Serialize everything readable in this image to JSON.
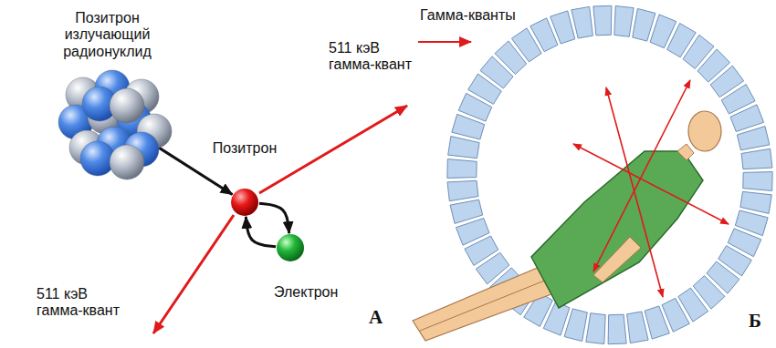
{
  "diagram": {
    "nodes": [
      {
        "text": [
          "Позитрон излучающий радионуклид"
        ]
      },
      {
        "text": [
          "Позитрон"
        ]
      },
      {
        "text": [
          "Электрон"
        ]
      }
    ],
    "edges": [
      {
        "from": 0,
        "to": 1,
        "arrow": "to"
      },
      {
        "from": 1,
        "to": 2,
        "arrow": "to"
      },
      {
        "from": 2,
        "to": 1,
        "arrow": "to"
      }
    ],
    "labels": [
      "511 кэВ гамма-квант",
      "511 кэВ гамма-квант",
      "А",
      "Гамма-кванты",
      "Б"
    ]
  }
}
